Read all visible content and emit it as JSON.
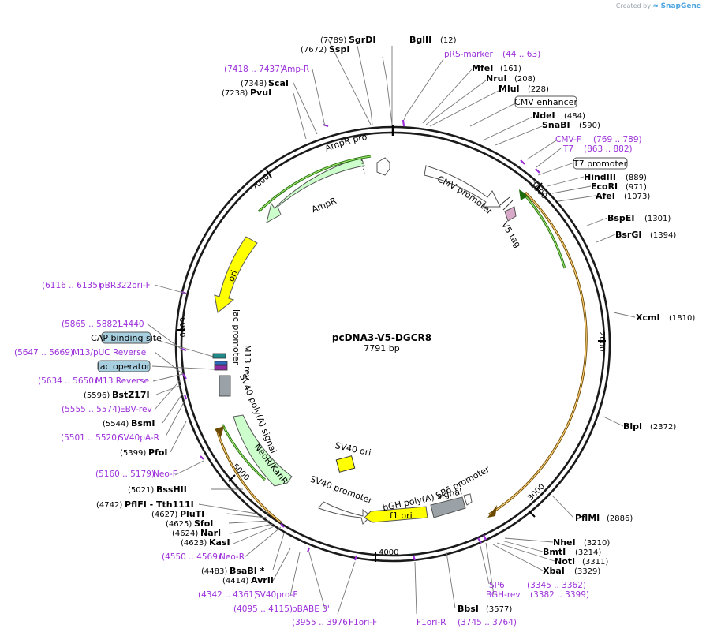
{
  "branding": {
    "created_by": "Created by",
    "product": "SnapGene"
  },
  "plasmid": {
    "name": "pcDNA3-V5-DGCR8",
    "length_label": "7791 bp",
    "length": 7791
  },
  "colors": {
    "backbone": "#1a1a1a",
    "primer": "#9b30d9",
    "promoter": "#ffffff",
    "gene": "#ccffcc",
    "ori": "#ffff00",
    "tag": "#d8a9c9",
    "orf_dark": "#1f6b0b",
    "orf_light": "#9be36a",
    "orf2_dark": "#6b4a00",
    "orf2_light": "#ffd07a",
    "misc": "#9aa2a8"
  },
  "scale_labels": [
    "1000",
    "2000",
    "3000",
    "4000",
    "5000",
    "6000",
    "7000"
  ],
  "sites": [
    {
      "name": "SgrDI",
      "pos": "(7789)",
      "num_first": true
    },
    {
      "name": "SspI",
      "pos": "(7672)",
      "num_first": true
    },
    {
      "name": "BglII",
      "pos": "(12)"
    },
    {
      "name": "MfeI",
      "pos": "(161)"
    },
    {
      "name": "NruI",
      "pos": "(208)"
    },
    {
      "name": "MluI",
      "pos": "(228)"
    },
    {
      "name": "NdeI",
      "pos": "(484)"
    },
    {
      "name": "SnaBI",
      "pos": "(590)"
    },
    {
      "name": "HindIII",
      "pos": "(889)"
    },
    {
      "name": "EcoRI",
      "pos": "(971)"
    },
    {
      "name": "AfeI",
      "pos": "(1073)"
    },
    {
      "name": "BspEI",
      "pos": "(1301)"
    },
    {
      "name": "BsrGI",
      "pos": "(1394)"
    },
    {
      "name": "XcmI",
      "pos": "(1810)"
    },
    {
      "name": "BlpI",
      "pos": "(2372)"
    },
    {
      "name": "PflMI",
      "pos": "(2886)"
    },
    {
      "name": "NheI",
      "pos": "(3210)"
    },
    {
      "name": "BmtI",
      "pos": "(3214)"
    },
    {
      "name": "NotI",
      "pos": "(3311)"
    },
    {
      "name": "XbaI",
      "pos": "(3329)"
    },
    {
      "name": "BbsI",
      "pos": "(3577)"
    },
    {
      "name": "ScaI",
      "pos": "(7348)",
      "num_first": true
    },
    {
      "name": "PvuI",
      "pos": "(7238)",
      "num_first": true
    },
    {
      "name": "BstZ17I",
      "pos": "(5596)",
      "num_first": true
    },
    {
      "name": "BsmI",
      "pos": "(5544)",
      "num_first": true
    },
    {
      "name": "PfoI",
      "pos": "(5399)",
      "num_first": true
    },
    {
      "name": "BssHII",
      "pos": "(5021)",
      "num_first": true
    },
    {
      "name": "PflFI - Tth111I",
      "pos": "(4742)",
      "num_first": true
    },
    {
      "name": "PluTI",
      "pos": "(4627)",
      "num_first": true
    },
    {
      "name": "SfoI",
      "pos": "(4625)",
      "num_first": true
    },
    {
      "name": "NarI",
      "pos": "(4624)",
      "num_first": true
    },
    {
      "name": "KasI",
      "pos": "(4623)",
      "num_first": true
    },
    {
      "name": "BsaBI *",
      "pos": "(4483)",
      "num_first": true
    },
    {
      "name": "AvrII",
      "pos": "(4414)",
      "num_first": true
    }
  ],
  "primers": [
    {
      "name": "pRS-marker",
      "range": "(44 .. 63)",
      "range_after": true
    },
    {
      "name": "CMV-F",
      "range": "(769 .. 789)",
      "range_after": true
    },
    {
      "name": "T7",
      "range": "(863 .. 882)",
      "range_after": true
    },
    {
      "name": "SP6",
      "range": "(3345 .. 3362)",
      "range_after": true
    },
    {
      "name": "BGH-rev",
      "range": "(3382 .. 3399)",
      "range_after": true
    },
    {
      "name": "F1ori-R",
      "range": "(3745 .. 3764)",
      "range_below": true
    },
    {
      "name": "F1ori-F",
      "range": "(3955 .. 3976)"
    },
    {
      "name": "pBABE 3'",
      "range": "(4095 .. 4115)"
    },
    {
      "name": "SV40pro-F",
      "range": "(4342 .. 4361)"
    },
    {
      "name": "Neo-R",
      "range": "(4550 .. 4569)"
    },
    {
      "name": "Neo-F",
      "range": "(5160 .. 5179)"
    },
    {
      "name": "SV40pA-R",
      "range": "(5501 .. 5520)"
    },
    {
      "name": "EBV-rev",
      "range": "(5555 .. 5574)"
    },
    {
      "name": "M13 Reverse",
      "range": "(5634 .. 5650)"
    },
    {
      "name": "M13/pUC Reverse",
      "range": "(5647 .. 5669)"
    },
    {
      "name": "L4440",
      "range": "(5865 .. 5882)"
    },
    {
      "name": "pBR322ori-F",
      "range": "(6116 .. 6135)"
    },
    {
      "name": "Amp-R",
      "range": "(7418 .. 7437)"
    }
  ],
  "boxed_labels": [
    "CMV enhancer",
    "T7 promoter",
    "CAP binding site",
    "lac operator"
  ],
  "features": [
    "AmpR promoter",
    "AmpR",
    "CMV promoter",
    "V5 tag",
    "ori",
    "lac promoter",
    "M13 rev",
    "SV40 poly(A) signal",
    "NeoR/KanR",
    "SV40 promoter",
    "SV40 ori",
    "f1 ori",
    "bGH poly(A) signal",
    "SP6 promoter"
  ]
}
